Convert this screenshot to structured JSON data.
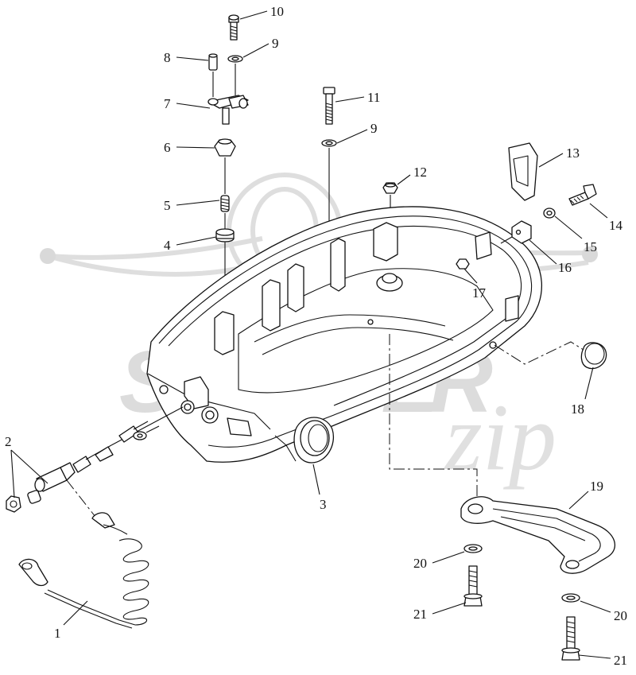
{
  "watermark": {
    "brand": "SCOOTER",
    "script": "zip"
  },
  "callouts": [
    {
      "id": "c1",
      "text": "1"
    },
    {
      "id": "c2",
      "text": "2"
    },
    {
      "id": "c3",
      "text": "3"
    },
    {
      "id": "c4",
      "text": "4"
    },
    {
      "id": "c5",
      "text": "5"
    },
    {
      "id": "c6",
      "text": "6"
    },
    {
      "id": "c7",
      "text": "7"
    },
    {
      "id": "c8",
      "text": "8"
    },
    {
      "id": "c9a",
      "text": "9"
    },
    {
      "id": "c9b",
      "text": "9"
    },
    {
      "id": "c10",
      "text": "10"
    },
    {
      "id": "c11",
      "text": "11"
    },
    {
      "id": "c12",
      "text": "12"
    },
    {
      "id": "c13",
      "text": "13"
    },
    {
      "id": "c14",
      "text": "14"
    },
    {
      "id": "c15",
      "text": "15"
    },
    {
      "id": "c16",
      "text": "16"
    },
    {
      "id": "c17",
      "text": "17"
    },
    {
      "id": "c18",
      "text": "18"
    },
    {
      "id": "c19",
      "text": "19"
    },
    {
      "id": "c20a",
      "text": "20"
    },
    {
      "id": "c20b",
      "text": "20"
    },
    {
      "id": "c21a",
      "text": "21"
    },
    {
      "id": "c21b",
      "text": "21"
    }
  ]
}
